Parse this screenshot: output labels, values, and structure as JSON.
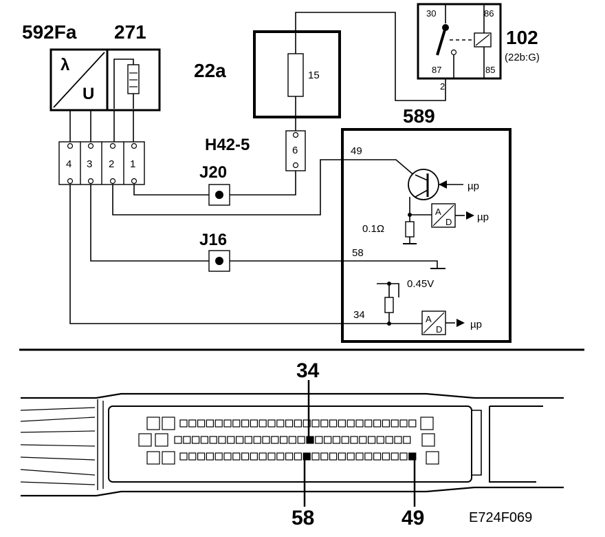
{
  "labels": {
    "sensor_code": "592Fa",
    "heater_code": "271",
    "lambda": "λ",
    "u": "U",
    "fuse_box": "22a",
    "fuse_no": "15",
    "relay_code": "102",
    "relay_sub": "(22b:G)",
    "relay_30": "30",
    "relay_86": "86",
    "relay_87": "87",
    "relay_85": "85",
    "relay_2": "2",
    "ecu_code": "589",
    "connector": "H42-5",
    "connector_pin": "6",
    "j20": "J20",
    "j16": "J16",
    "plug_4": "4",
    "plug_3": "3",
    "plug_2": "2",
    "plug_1": "1",
    "ecu_49": "49",
    "ecu_58": "58",
    "ecu_34": "34",
    "resistor_01": "0.1Ω",
    "volt_045": "0.45V",
    "mu_p1": "µp",
    "mu_p2": "µp",
    "mu_p3": "µp",
    "ad_a1": "A",
    "ad_d1": "D",
    "ad_a2": "A",
    "ad_d2": "D",
    "pin_34": "34",
    "pin_58": "58",
    "pin_49": "49",
    "figure_code": "E724F069"
  }
}
